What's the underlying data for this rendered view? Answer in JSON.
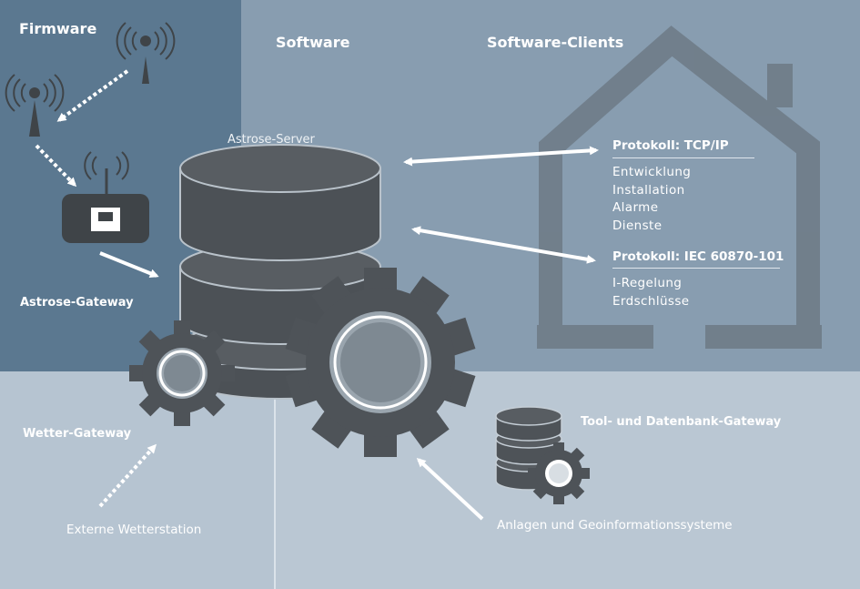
{
  "sections": {
    "firmware": "Firmware",
    "software": "Software",
    "software_clients": "Software-Clients"
  },
  "labels": {
    "astrose_server": "Astrose-Server",
    "astrose_gateway": "Astrose-Gateway",
    "wetter_gateway": "Wetter-Gateway",
    "externe_wetterstation": "Externe Wetterstation",
    "tool_datenbank_gateway": "Tool- und Datenbank-Gateway",
    "anlagen_geo": "Anlagen und Geoinformationssysteme"
  },
  "protocols": [
    {
      "title": "Protokoll: TCP/IP",
      "items": [
        "Entwicklung",
        "Installation",
        "Alarme",
        "Dienste"
      ]
    },
    {
      "title": "Protokoll: IEC 60870-101",
      "items": [
        "I-Regelung",
        "Erdschlüsse"
      ]
    }
  ],
  "colors": {
    "firmware_bg": "#5b7890",
    "software_bg": "#889db0",
    "bottom_bg": "#b6c4d1",
    "dark_icon": "#4e5358",
    "house": "#6f7c88"
  },
  "icons": [
    "antenna-icon",
    "router-icon",
    "database-icon",
    "gear-icon",
    "house-icon"
  ]
}
